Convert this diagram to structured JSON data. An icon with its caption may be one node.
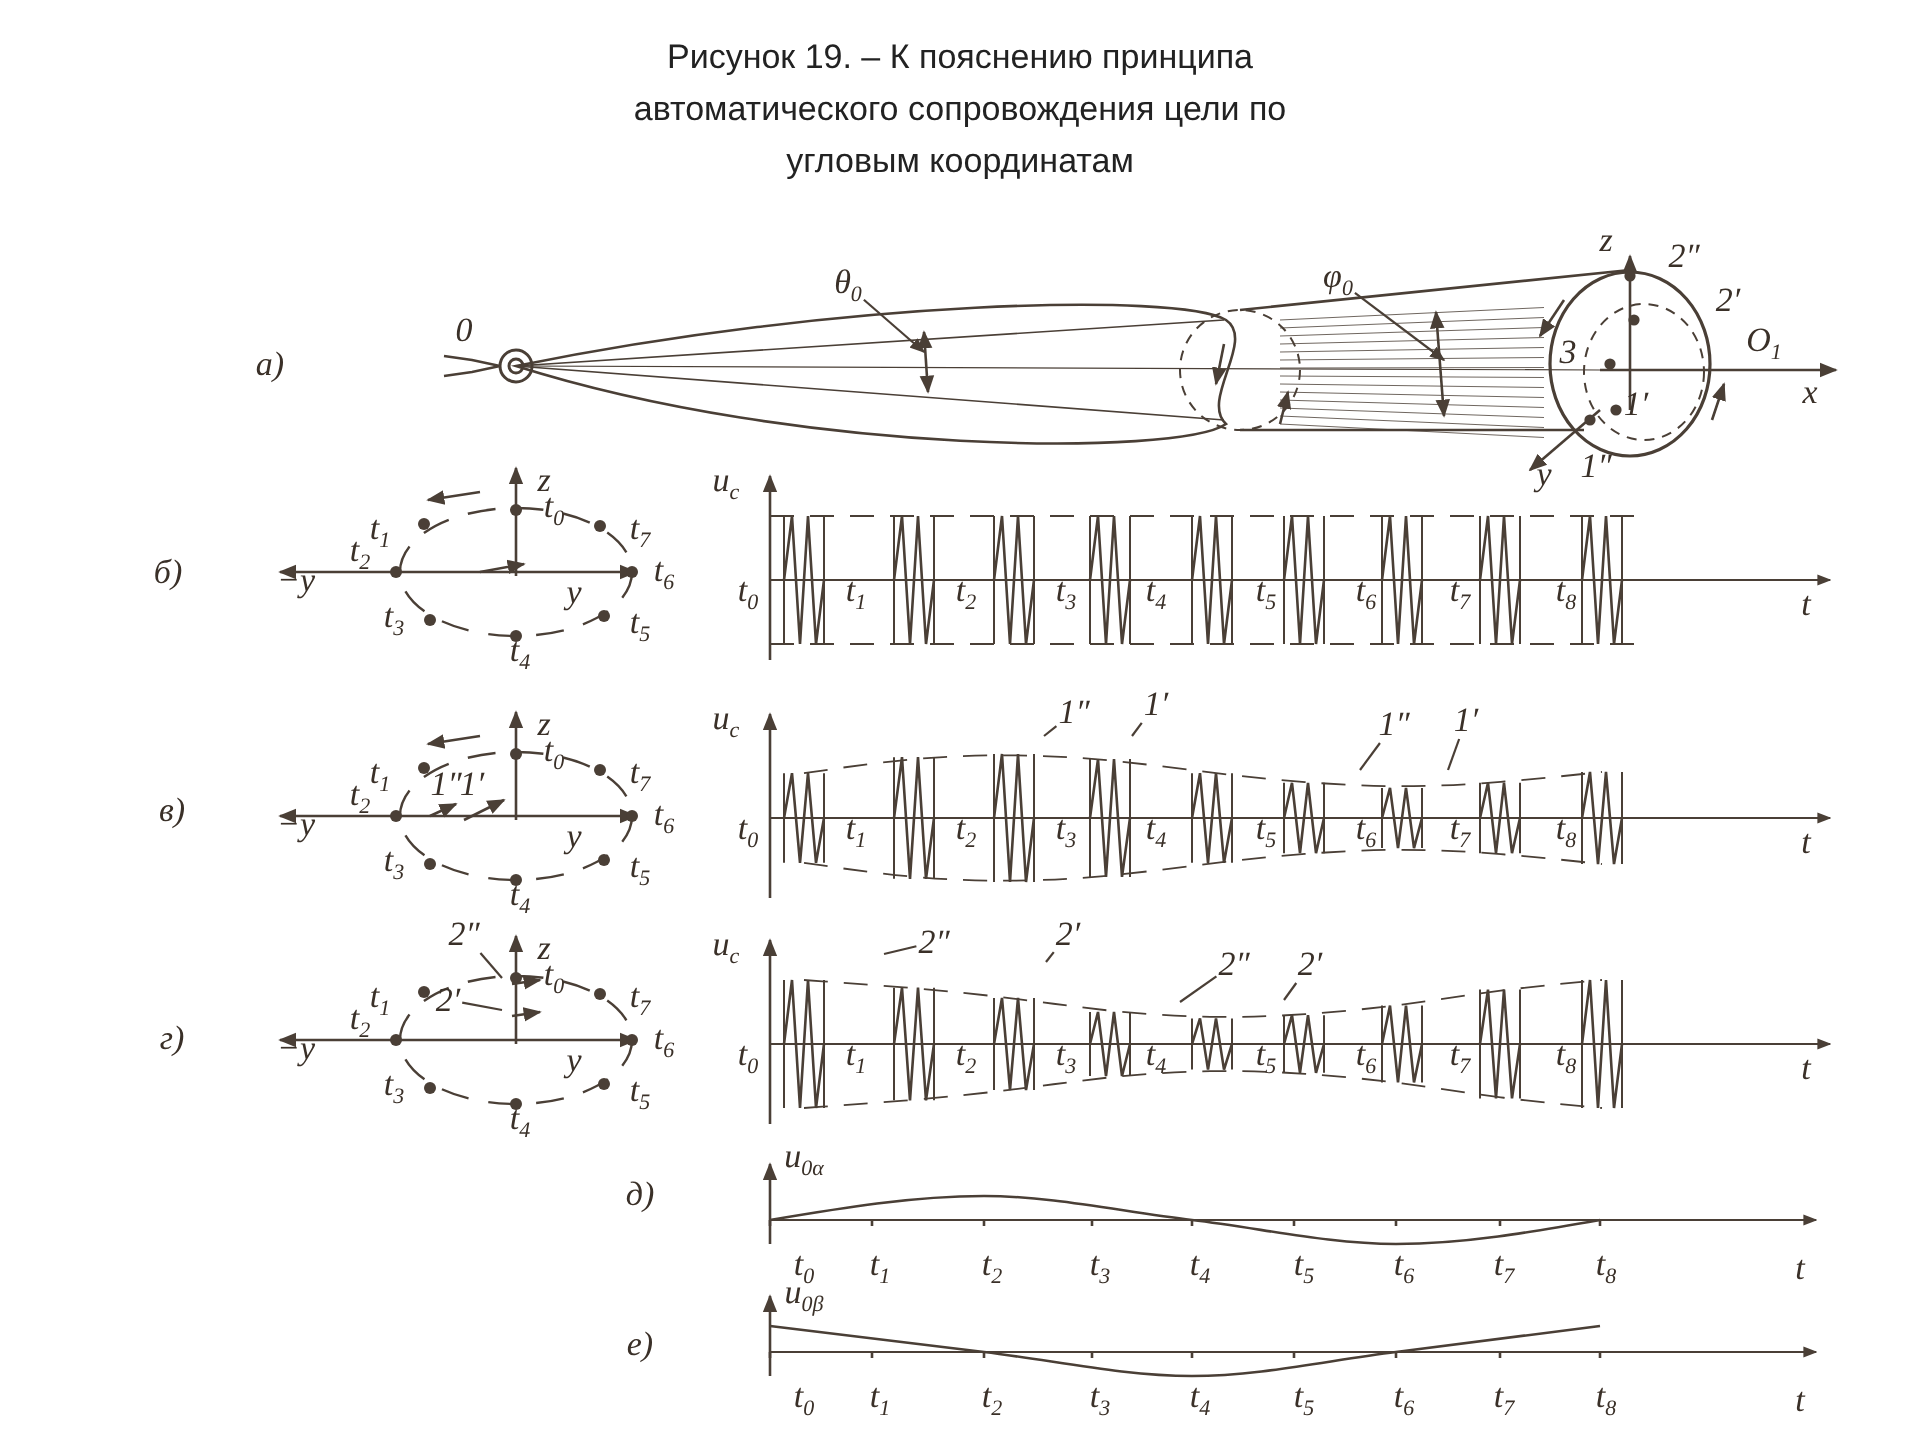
{
  "diagram": {
    "title": "Рисунок 19.   – К пояснению принципа автоматического сопровождения цели по угловым координатам",
    "nodes": [
      {
        "text": [
          "θ$_{0}$"
        ]
      },
      {
        "text": [
          "φ$_{0}$"
        ]
      },
      {
        "text": [
          "1″"
        ]
      },
      {
        "text": [
          "1′"
        ]
      },
      {
        "text": [
          "1″"
        ]
      },
      {
        "text": [
          "1′"
        ]
      },
      {
        "text": [
          "2″"
        ]
      },
      {
        "text": [
          "2′"
        ]
      },
      {
        "text": [
          "2″"
        ]
      },
      {
        "text": [
          "2′"
        ]
      },
      {
        "text": [
          "2″"
        ]
      },
      {
        "text": [
          "2′"
        ]
      }
    ],
    "edges": [
      {
        "from": 0,
        "to": null,
        "arrow": "to"
      },
      {
        "from": 1,
        "to": null,
        "arrow": "to"
      },
      {
        "from": 2,
        "to": null,
        "arrow": "none"
      },
      {
        "from": 3,
        "to": null,
        "arrow": "none"
      },
      {
        "from": 4,
        "to": null,
        "arrow": "none"
      },
      {
        "from": 5,
        "to": null,
        "arrow": "none"
      },
      {
        "from": 6,
        "to": null,
        "arrow": "none"
      },
      {
        "from": 7,
        "to": null,
        "arrow": "none"
      },
      {
        "from": 8,
        "to": null,
        "arrow": "none"
      },
      {
        "from": 9,
        "to": null,
        "arrow": "none"
      },
      {
        "from": 10,
        "to": null,
        "arrow": "none"
      },
      {
        "from": 11,
        "to": null,
        "arrow": "none"
      }
    ],
    "labels": [
      "а)",
      "0",
      "z",
      "2″",
      "2′",
      "3",
      "O$_{1}$",
      "x",
      "1′",
      "y",
      "1″",
      "б)",
      "z",
      "t$_{0}$",
      "t$_{1}$",
      "t$_{7}$",
      "t$_{2}$",
      "−y",
      "y",
      "t$_{6}$",
      "t$_{3}$",
      "t$_{5}$",
      "t$_{4}$",
      "u$_{c}$",
      "t$_{0}$",
      "t$_{1}$",
      "t$_{2}$",
      "t$_{3}$",
      "t$_{4}$",
      "t$_{5}$",
      "t$_{6}$",
      "t$_{7}$",
      "t$_{8}$",
      "t",
      "в)",
      "z",
      "t$_{0}$",
      "t$_{1}$",
      "t$_{7}$",
      "t$_{2}$",
      "−y",
      "y",
      "t$_{6}$",
      "t$_{3}$",
      "t$_{5}$",
      "t$_{4}$",
      "1″",
      "1′",
      "u$_{c}$",
      "t$_{0}$",
      "t$_{1}$",
      "t$_{2}$",
      "t$_{3}$",
      "t$_{4}$",
      "t$_{5}$",
      "t$_{6}$",
      "t$_{7}$",
      "t$_{8}$",
      "t",
      "г)",
      "z",
      "t$_{0}$",
      "t$_{1}$",
      "t$_{7}$",
      "t$_{2}$",
      "−y",
      "y",
      "t$_{6}$",
      "t$_{3}$",
      "t$_{5}$",
      "t$_{4}$",
      "u$_{c}$",
      "t$_{0}$",
      "t$_{1}$",
      "t$_{2}$",
      "t$_{3}$",
      "t$_{4}$",
      "t$_{5}$",
      "t$_{6}$",
      "t$_{7}$",
      "t$_{8}$",
      "t",
      "д)",
      "u$_{0α}$",
      "t$_{0}$",
      "t$_{1}$",
      "t$_{2}$",
      "t$_{3}$",
      "t$_{4}$",
      "t$_{5}$",
      "t$_{6}$",
      "t$_{7}$",
      "t$_{8}$",
      "t",
      "е)",
      "u$_{0β}$",
      "t$_{0}$",
      "t$_{1}$",
      "t$_{2}$",
      "t$_{3}$",
      "t$_{4}$",
      "t$_{5}$",
      "t$_{6}$",
      "t$_{7}$",
      "t$_{8}$",
      "t"
    ]
  }
}
